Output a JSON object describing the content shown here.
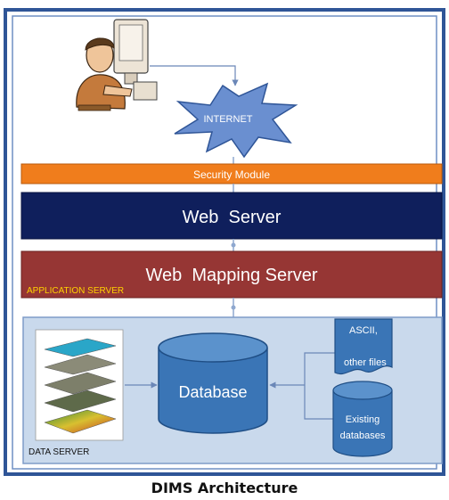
{
  "diagram": {
    "internet_label": "INTERNET",
    "security_label": "Security Module",
    "web_server_label": "Web  Server",
    "mapping_server_label": "Web  Mapping Server",
    "application_server_label": "APPLICATION SERVER",
    "database_label": "Database",
    "ascii_label_line1": "ASCII,",
    "ascii_label_line2": "other files",
    "existing_label_line1": "Existing",
    "existing_label_line2": "databases",
    "data_server_label": "DATA SERVER"
  },
  "caption": "DIMS Architecture",
  "colors": {
    "frame": "#2f5597",
    "security": "#f07d1c",
    "web_server": "#0f1f5c",
    "mapping_server": "#963634",
    "data_panel": "#c9d9ec",
    "database": "#3a75b6",
    "internet": "#6a8fd0"
  }
}
